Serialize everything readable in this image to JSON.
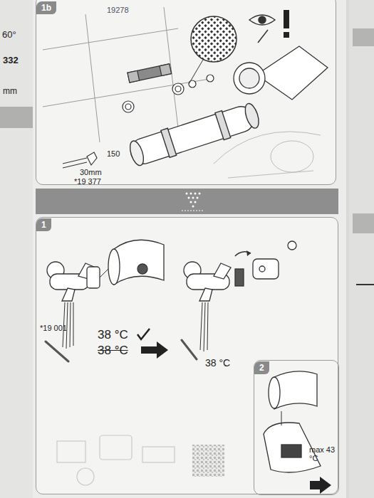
{
  "diagram": {
    "nodes": [
      {
        "text": [
          "1b"
        ]
      },
      {
        "text": [
          "1"
        ]
      },
      {
        "text": [
          "2"
        ],
        "in": 1
      }
    ],
    "labels": [
      "60°",
      "332",
      "mm",
      "19278",
      "150",
      "30mm",
      "*19 377",
      "*19 001",
      "38 °C",
      "38 °C",
      "38 °C",
      "max 43 °C"
    ]
  }
}
